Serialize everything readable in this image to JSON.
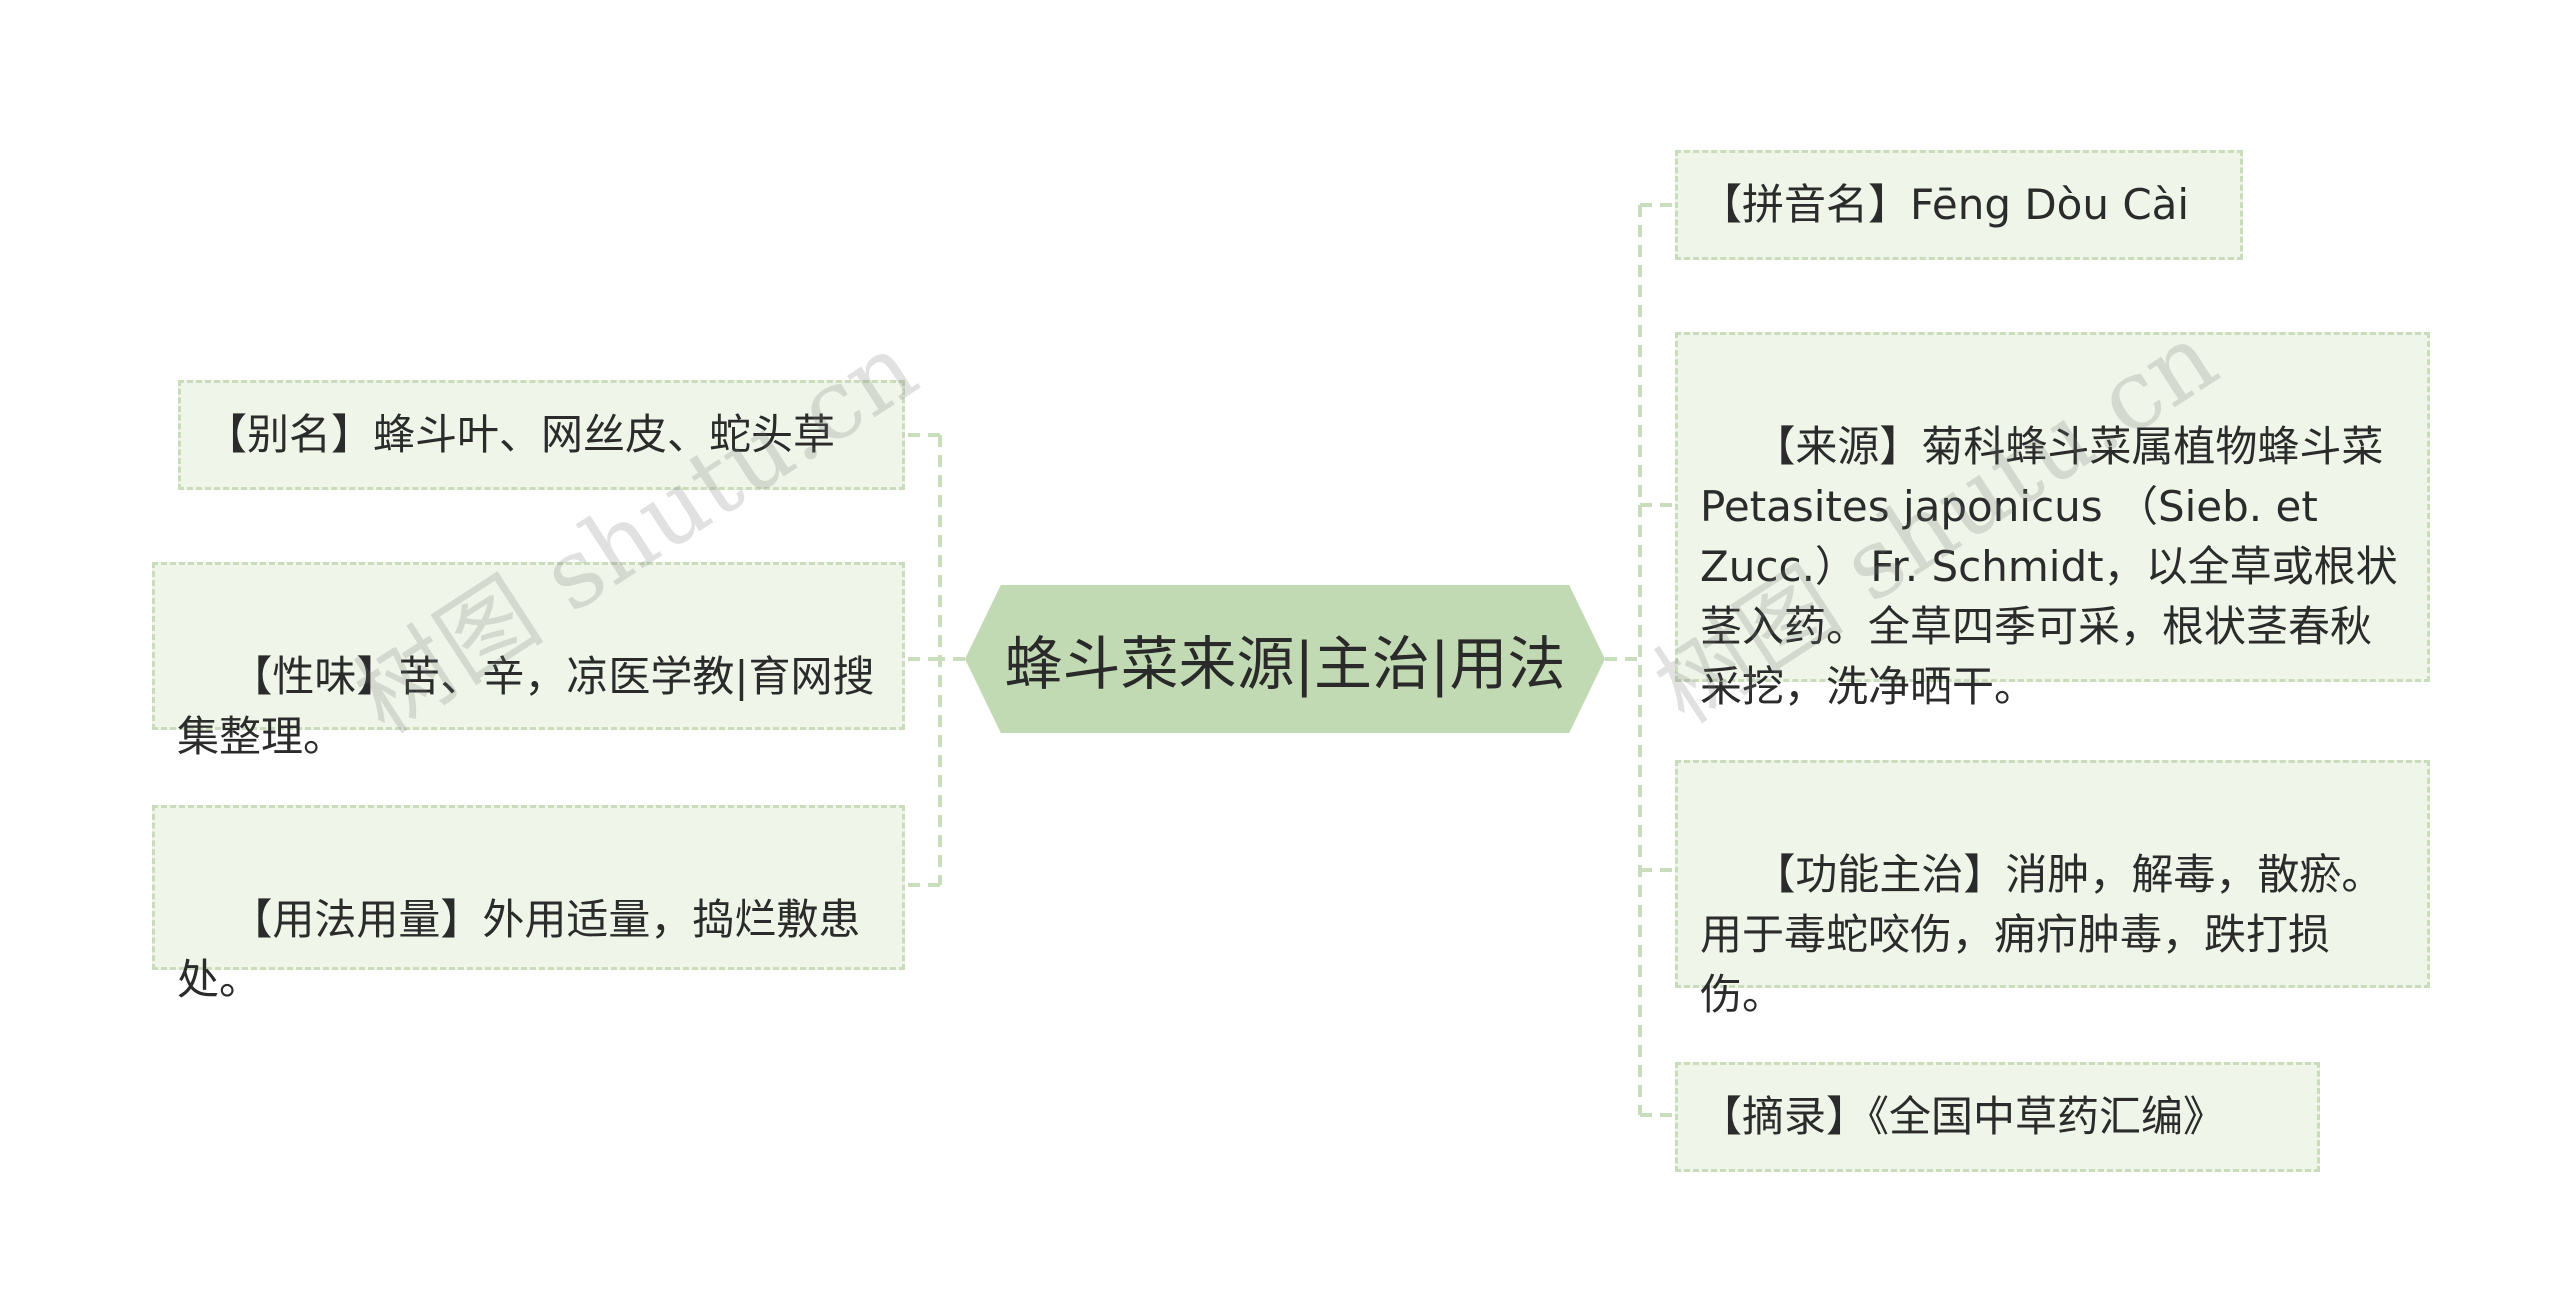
{
  "center": {
    "title": "蜂斗菜来源|主治|用法"
  },
  "left_nodes": [
    {
      "text": "【别名】蜂斗叶、网丝皮、蛇头草"
    },
    {
      "text": "【性味】苦、辛，凉医学教|育网搜集整理。"
    },
    {
      "text": "【用法用量】外用适量，捣烂敷患处。"
    }
  ],
  "right_nodes": [
    {
      "text": "【拼音名】Fēng Dòu Cài"
    },
    {
      "text": "【来源】菊科蜂斗菜属植物蜂斗菜Petasites japonicus （Sieb. et Zucc.） Fr. Schmidt，以全草或根状茎入药。全草四季可采，根状茎春秋采挖，洗净晒干。"
    },
    {
      "text": "【功能主治】消肿，解毒，散瘀。用于毒蛇咬伤，痈疖肿毒，跌打损伤。"
    },
    {
      "text": "【摘录】《全国中草药汇编》"
    }
  ],
  "watermarks": [
    {
      "text": "树图 shutu.cn"
    },
    {
      "text": "树图 shutu.cn"
    }
  ],
  "colors": {
    "center_fill": "#c1dab3",
    "node_fill": "#eff5e8",
    "node_border": "#c9dcbc",
    "connector": "#c9dcbc"
  }
}
